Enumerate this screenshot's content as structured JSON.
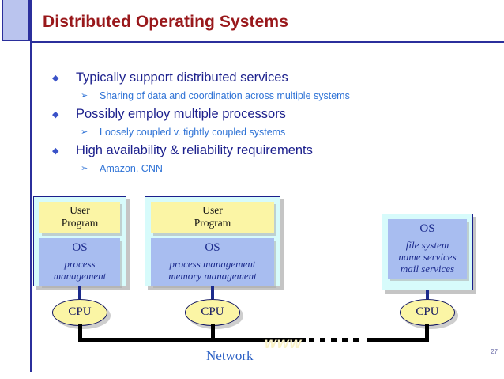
{
  "slide": {
    "title": "Distributed Operating Systems",
    "page_number": "27",
    "watermark": "www",
    "accent_color": "#2b2f9c",
    "title_color": "#99181b"
  },
  "bullets": [
    {
      "marker": "◆",
      "text": "Typically support distributed services",
      "sub": [
        {
          "marker": "➢",
          "text": "Sharing of data and coordination across multiple systems"
        }
      ]
    },
    {
      "marker": "◆",
      "text": "Possibly employ multiple processors",
      "sub": [
        {
          "marker": "➢",
          "text": "Loosely coupled v. tightly coupled systems"
        }
      ]
    },
    {
      "marker": "◆",
      "text": "High availability & reliability requirements",
      "sub": [
        {
          "marker": "➢",
          "text": "Amazon, CNN"
        }
      ]
    }
  ],
  "diagram": {
    "network_label": "Network",
    "nodes": [
      {
        "user_program": "User\nProgram",
        "user_program_lines": [
          "User",
          "Program"
        ],
        "os_title": "OS",
        "os_lines": [
          "process",
          "management"
        ],
        "cpu_label": "CPU"
      },
      {
        "user_program_lines": [
          "User",
          "Program"
        ],
        "os_title": "OS",
        "os_lines": [
          "process management",
          "memory management"
        ],
        "cpu_label": "CPU"
      },
      {
        "user_program_lines": [],
        "os_title": "OS",
        "os_lines": [
          "file system",
          "name services",
          "mail services"
        ],
        "cpu_label": "CPU"
      }
    ],
    "colors": {
      "box_fill": "#d7fbfb",
      "user_panel": "#fbf5a5",
      "os_panel": "#a8bdf0",
      "cpu_fill": "#fbf5a5",
      "bus": "#000000"
    }
  }
}
